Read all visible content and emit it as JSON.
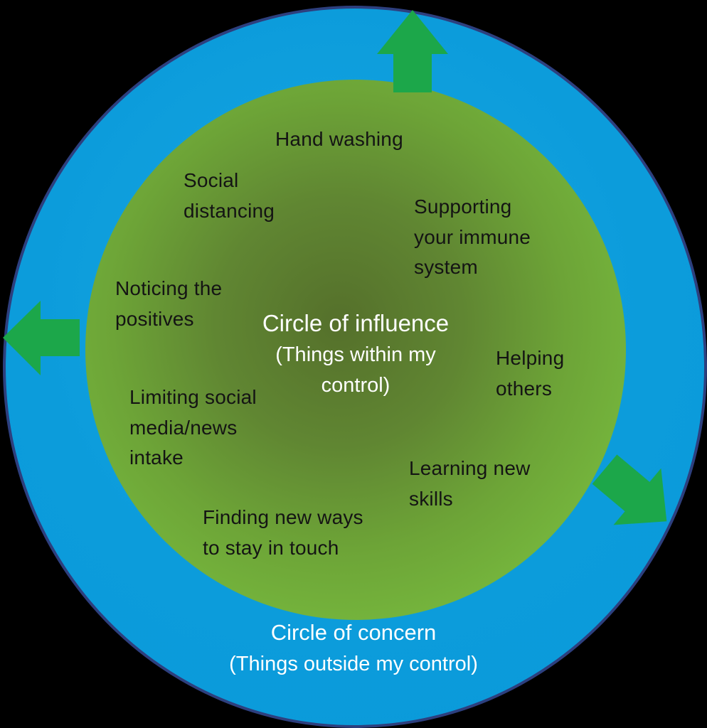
{
  "outer_circle": {
    "title": "Circle of concern",
    "subtitle": "(Things outside my control)",
    "fill": "#0c9cdb",
    "border_color": "#2d3f7e"
  },
  "inner_circle": {
    "title": "Circle of influence",
    "subtitle": "(Things within my control)",
    "fill_center": "#55702b",
    "fill_edge": "#79c040"
  },
  "influence_items": [
    {
      "label": "Hand washing"
    },
    {
      "label": "Social distancing"
    },
    {
      "label": "Supporting your immune system"
    },
    {
      "label": "Noticing the positives"
    },
    {
      "label": "Helping others"
    },
    {
      "label": "Limiting social media/news intake"
    },
    {
      "label": "Learning new skills"
    },
    {
      "label": "Finding new ways to stay in touch"
    }
  ],
  "arrows": {
    "color": "#1ca74a",
    "directions": [
      "up",
      "left",
      "down-right"
    ]
  }
}
